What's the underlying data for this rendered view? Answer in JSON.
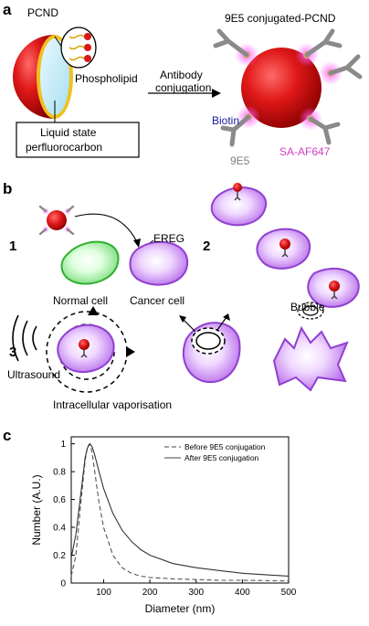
{
  "panel_a": {
    "letter": "a",
    "pcnd_label": "PCND",
    "phospholipid_label": "Phospholipid",
    "core_label_line1": "Liquid state",
    "core_label_line2": "perfluorocarbon",
    "arrow_label_line1": "Antibody",
    "arrow_label_line2": "conjugation",
    "conjugated_title": "9E5 conjugated-PCND",
    "biotin_label": "Biotin",
    "antibody_label": "9E5",
    "sa_label": "SA-AF647"
  },
  "panel_b": {
    "letter": "b",
    "step1": "1",
    "step2": "2",
    "step3": "3",
    "ereg_label": "EREG",
    "normal_cell_label": "Normal cell",
    "cancer_cell_label": "Cancer cell",
    "ultrasound_label": "Ultrasound",
    "vaporisation_label": "Intracellular vaporisation",
    "bubble_label": "Bubble"
  },
  "panel_c": {
    "letter": "c"
  },
  "colors": {
    "droplet_red": "#d81818",
    "cancer_purple": "#a050e0",
    "normal_green": "#30c030",
    "biotin_blue": "#1a1aa0",
    "sa_magenta": "#d040c0",
    "antibody_grey": "#808080"
  },
  "chart_data": {
    "type": "line",
    "xlabel": "Diameter (nm)",
    "ylabel": "Number (A.U.)",
    "xlim": [
      30,
      500
    ],
    "ylim": [
      0,
      1.05
    ],
    "x_ticks": [
      "100",
      "200",
      "300",
      "400",
      "500"
    ],
    "y_ticks": [
      "0",
      "0.2",
      "0.4",
      "0.6",
      "0.8",
      "1"
    ],
    "legend_position": "top-right",
    "grid": false,
    "series": [
      {
        "name": "Before 9E5 conjugation",
        "style": "dashed",
        "x": [
          30,
          40,
          50,
          60,
          65,
          70,
          75,
          80,
          90,
          100,
          120,
          140,
          160,
          180,
          200,
          250,
          300,
          350,
          400,
          450,
          500
        ],
        "y": [
          0.05,
          0.2,
          0.55,
          0.88,
          0.98,
          1.0,
          0.94,
          0.82,
          0.58,
          0.4,
          0.2,
          0.11,
          0.07,
          0.05,
          0.04,
          0.03,
          0.025,
          0.02,
          0.02,
          0.018,
          0.015
        ]
      },
      {
        "name": "After 9E5 conjugation",
        "style": "solid",
        "x": [
          30,
          40,
          50,
          60,
          65,
          70,
          75,
          80,
          90,
          100,
          120,
          140,
          160,
          180,
          200,
          250,
          300,
          350,
          400,
          450,
          500
        ],
        "y": [
          0.18,
          0.35,
          0.62,
          0.9,
          0.97,
          1.0,
          0.98,
          0.93,
          0.8,
          0.68,
          0.5,
          0.38,
          0.3,
          0.24,
          0.2,
          0.14,
          0.11,
          0.09,
          0.07,
          0.06,
          0.05
        ]
      }
    ]
  }
}
